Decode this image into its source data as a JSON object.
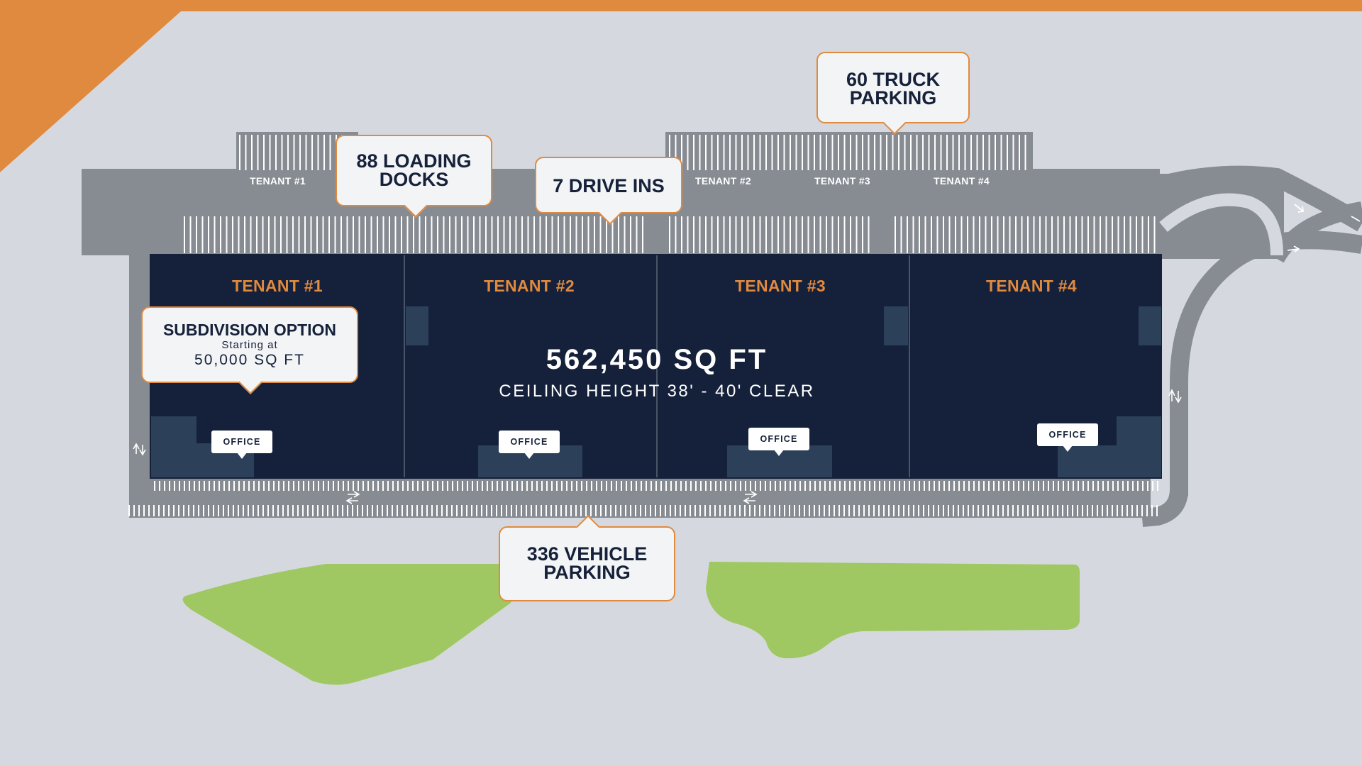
{
  "colors": {
    "background": "#d5d9df",
    "accent": "#e08a3f",
    "building": "#15213a",
    "building_block": "#2c405a",
    "paving": "#878b92",
    "greenspace": "#9fc862",
    "callout_fill": "#f3f4f6",
    "text_dark": "#16213a"
  },
  "building": {
    "total_area": "562,450 SQ FT",
    "ceiling_height": "CEILING HEIGHT 38' - 40' CLEAR"
  },
  "tenants": [
    {
      "title": "TENANT #1",
      "office_label": "OFFICE"
    },
    {
      "title": "TENANT #2",
      "office_label": "OFFICE"
    },
    {
      "title": "TENANT #3",
      "office_label": "OFFICE"
    },
    {
      "title": "TENANT #4",
      "office_label": "OFFICE"
    }
  ],
  "dock_labels": [
    "TENANT #1",
    "TENANT #2",
    "TENANT #3",
    "TENANT #4"
  ],
  "callouts": {
    "loading_docks": {
      "line1": "88 LOADING",
      "line2": "DOCKS"
    },
    "drive_ins": {
      "text": "7 DRIVE INS"
    },
    "truck_parking": {
      "line1": "60 TRUCK",
      "line2": "PARKING"
    },
    "vehicle_parking": {
      "line1": "336 VEHICLE",
      "line2": "PARKING"
    },
    "subdivision": {
      "title": "SUBDIVISION OPTION",
      "subtitle": "Starting at",
      "area": "50,000 SQ FT"
    }
  },
  "icons": [
    "two-way-arrow-icon",
    "direction-arrow-icon"
  ]
}
